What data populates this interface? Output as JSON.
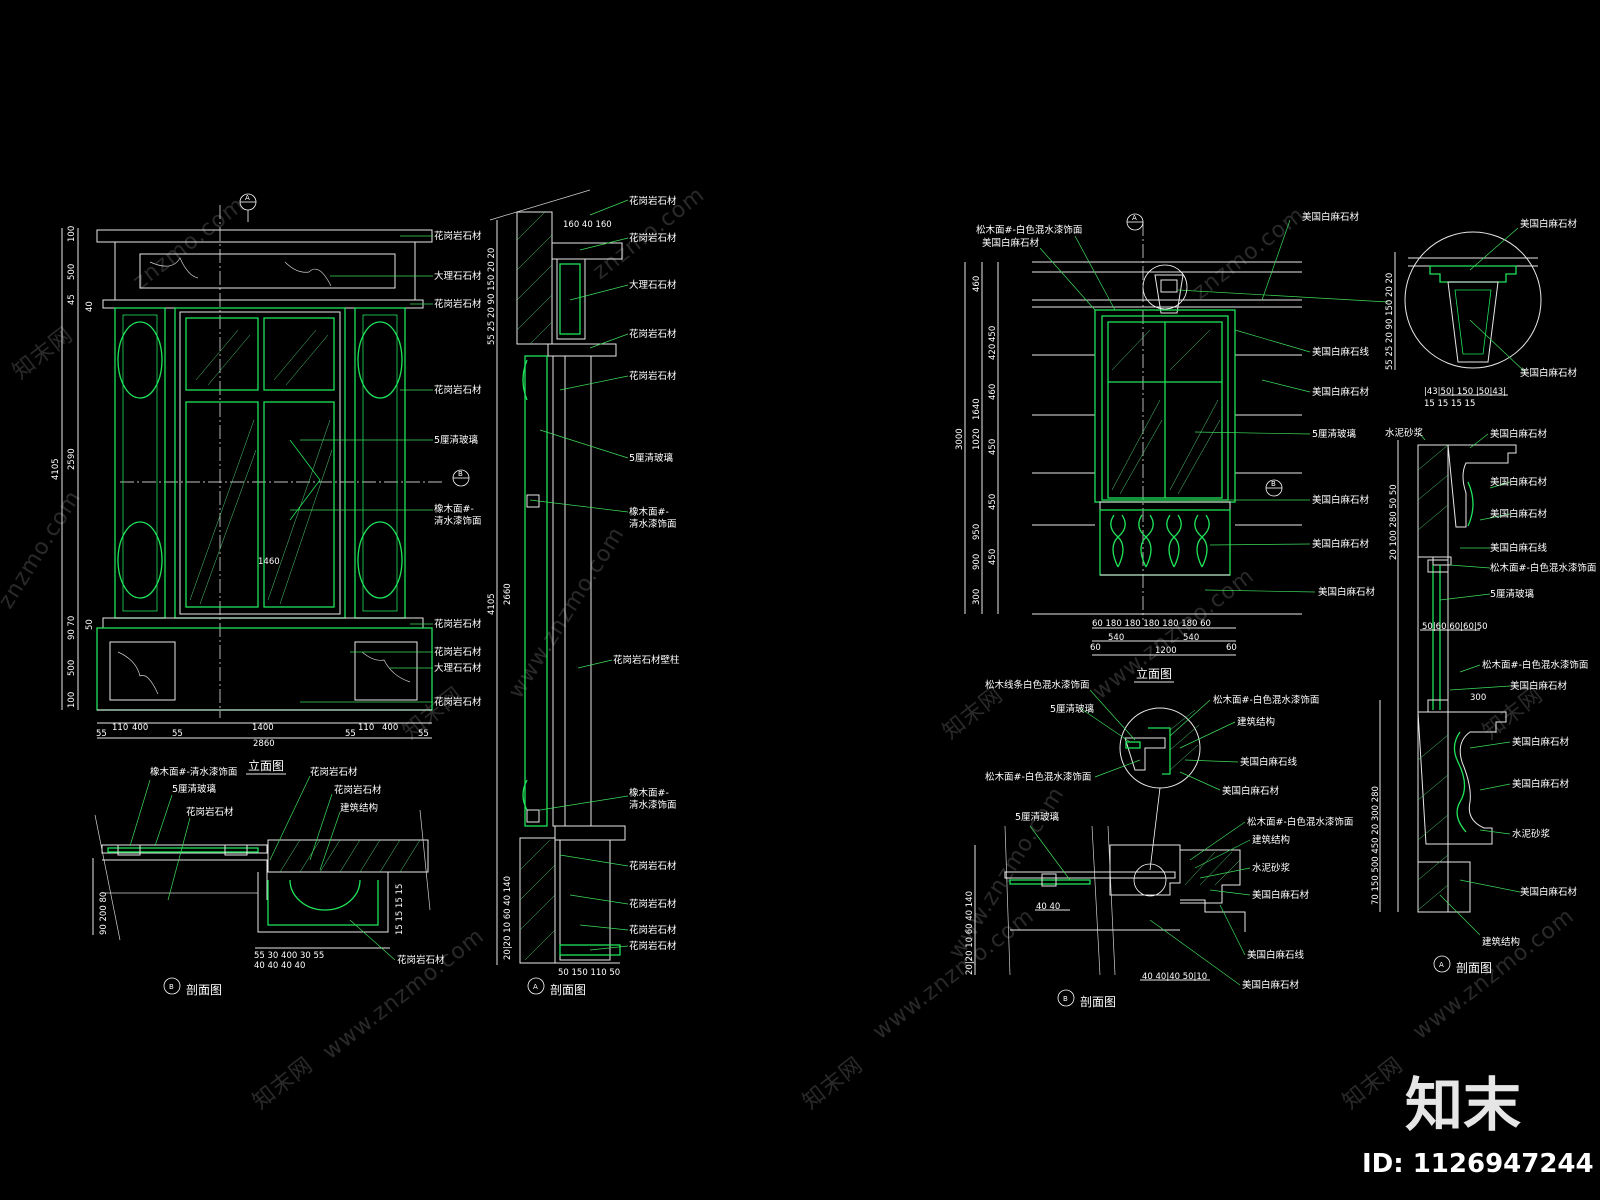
{
  "materials": {
    "granite": "花岗岩石材",
    "marble": "大理石石材",
    "glass5": "5厘清玻璃",
    "oak_paint": "橡木面#-清水漆饰面",
    "oak_paint_a": "橡木面#-",
    "oak_paint_b": "清水漆饰面",
    "granite_pilaster": "花岗岩石材壁柱",
    "white_stone": "美国白麻石材",
    "white_stone_line": "美国白麻石线",
    "pine_white": "松木面#-白色混水漆饰面",
    "pine_strip_white": "松木线条白色混水漆饰面",
    "structure": "建筑结构",
    "cement": "水泥砂浆"
  },
  "titles": {
    "elevation": "立面图",
    "section": "剖面图"
  },
  "bubbles": {
    "a": "A",
    "b": "B"
  },
  "dims": {
    "h_total": "4105",
    "h_mid": "2590",
    "h_top": "500",
    "h_100": "100",
    "h_45": "45",
    "h_40": "40",
    "h_9070": "90 70",
    "h_50": "50",
    "w_total": "2860",
    "w_1400": "1400",
    "w_1460": "1460",
    "w_400": "400",
    "w_110": "110",
    "w_55": "55",
    "sec_top": "160  40  160",
    "sec_bot": "50  150  110 50",
    "sec_2660": "2660",
    "sec_b_h": "90  200  80",
    "sec_b_w": "55 30   400   30 55",
    "sec_b_w2": "40 40          40 40",
    "r_h_3000": "3000",
    "r_h_1640": "1640",
    "r_h_1020": "1020",
    "r_h_900": "900",
    "r_h_450": "450",
    "r_h_300": "300",
    "r_h_420": "420",
    "r_h_950": "950",
    "r_h_460": "460",
    "r_w_1200": "1200",
    "r_w_540": "540",
    "r_w_180": "60 180 180 180 180 180 60",
    "r_w_60": "60",
    "r_d_top": "|43|50|  150  |50|43|",
    "r_d_15": "15 15           15 15",
    "r_d_mid": "50|60|60|60|50",
    "r_d_300": "300",
    "r_d_bot": "40  40|40  50|10",
    "r_v_a": "20 100   280   50 50",
    "r_v_b": "70 150   500  450   20   300 280",
    "r_v_c": "55 25  20  90  150  20 20",
    "r_v_d": "20|20  10 60 40  140",
    "r_v_e": "40 40"
  },
  "watermark": {
    "domain": "znzmo.com",
    "url": "www.znzmo.com",
    "cn": "知末网",
    "brand": "知末",
    "id": "ID: 1126947244"
  }
}
